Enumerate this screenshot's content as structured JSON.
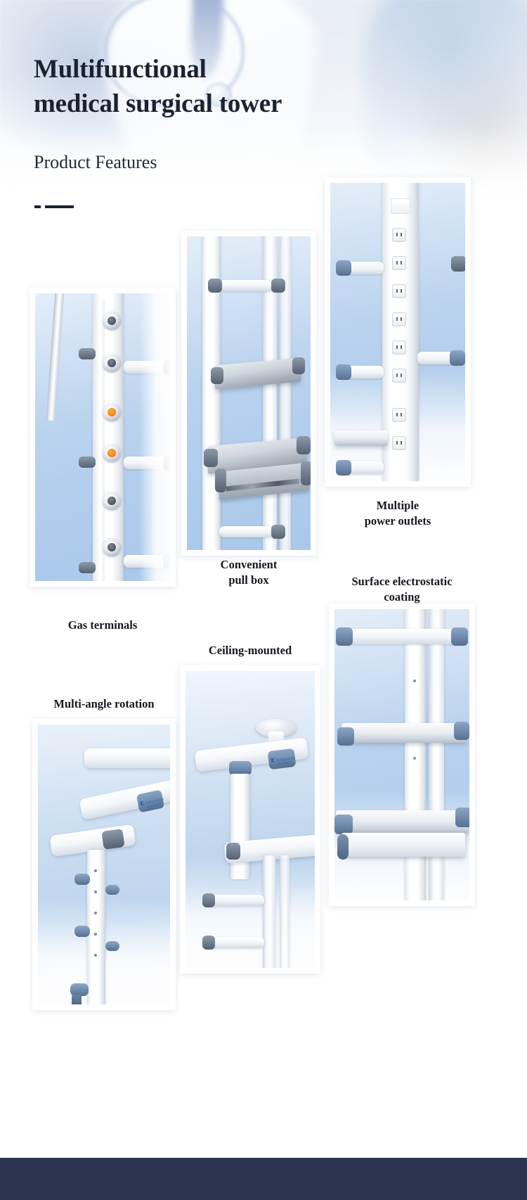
{
  "header": {
    "title_line1": "Multifunctional",
    "title_line2": "medical surgical tower",
    "subtitle": "Product Features",
    "title_color": "#1b2230",
    "divider_color": "#1b2230"
  },
  "features": [
    {
      "id": "gas-terminals",
      "caption": "Gas terminals",
      "photo_alt": "Close-up of vertical medical column with circular gas terminal outlets and grey arm brackets"
    },
    {
      "id": "convenient-pull-box",
      "caption": "Convenient\npull box",
      "photo_alt": "Stainless steel shelf with a pull-out drawer box extended on telescopic slides"
    },
    {
      "id": "multiple-power-outlets",
      "caption": "Multiple\npower outlets",
      "photo_alt": "Medical pendant column with a vertical strip of multiple electrical power outlets"
    },
    {
      "id": "surface-electrostatic-coating",
      "caption": "Surface electrostatic\ncoating",
      "photo_alt": "White powder-coated pendant tower with shelves and blue-grey end caps"
    },
    {
      "id": "ceiling-mounted",
      "caption": "Ceiling-mounted",
      "photo_alt": "Ceiling-mounted pendant arm with rotating hub and vertical support column"
    },
    {
      "id": "multi-angle-rotation",
      "caption": "Multi-angle rotation",
      "photo_alt": "Articulating pendant arm rotated at an angle showing the multi-joint swivel"
    }
  ],
  "brand_mark": {
    "name_en": "Kangerjian",
    "name_cn": "康尔健医疗"
  },
  "theme": {
    "photo_sky": "#a9c8ea",
    "footer_bar": "#2b3550",
    "page_background": "#ffffff"
  }
}
